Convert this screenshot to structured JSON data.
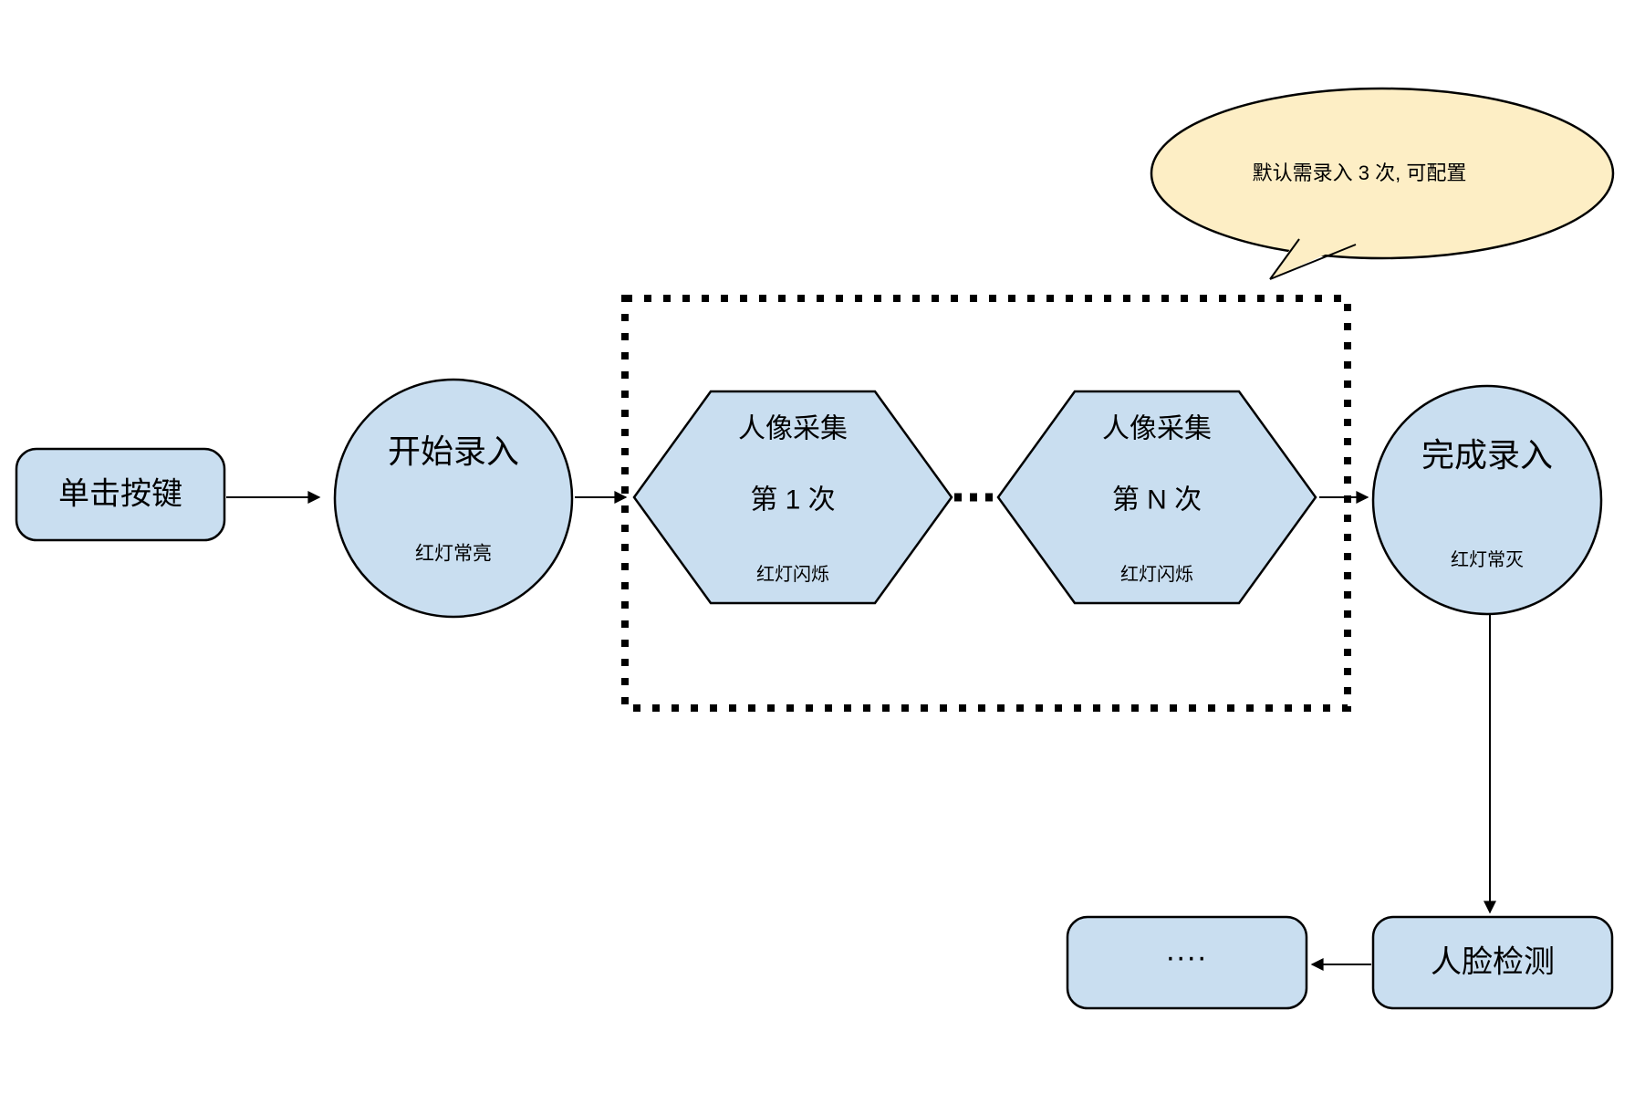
{
  "diagram": {
    "colors": {
      "background": "#ffffff",
      "node_fill": "#c9def0",
      "node_stroke": "#000000",
      "callout_fill": "#fdeec5",
      "line_color": "#000000"
    },
    "nodes": {
      "click_button": {
        "label": "单击按键"
      },
      "start_entry": {
        "label": "开始录入",
        "sub": "红灯常亮"
      },
      "capture_first": {
        "line1": "人像采集",
        "line2": "第 1 次",
        "sub": "红灯闪烁"
      },
      "capture_nth": {
        "line1": "人像采集",
        "line2": "第 N 次",
        "sub": "红灯闪烁"
      },
      "finish_entry": {
        "label": "完成录入",
        "sub": "红灯常灭"
      },
      "face_detect": {
        "label": "人脸检测"
      },
      "more_steps": {
        "label": "...."
      }
    },
    "callout": {
      "text": "默认需录入 3 次, 可配置"
    }
  }
}
